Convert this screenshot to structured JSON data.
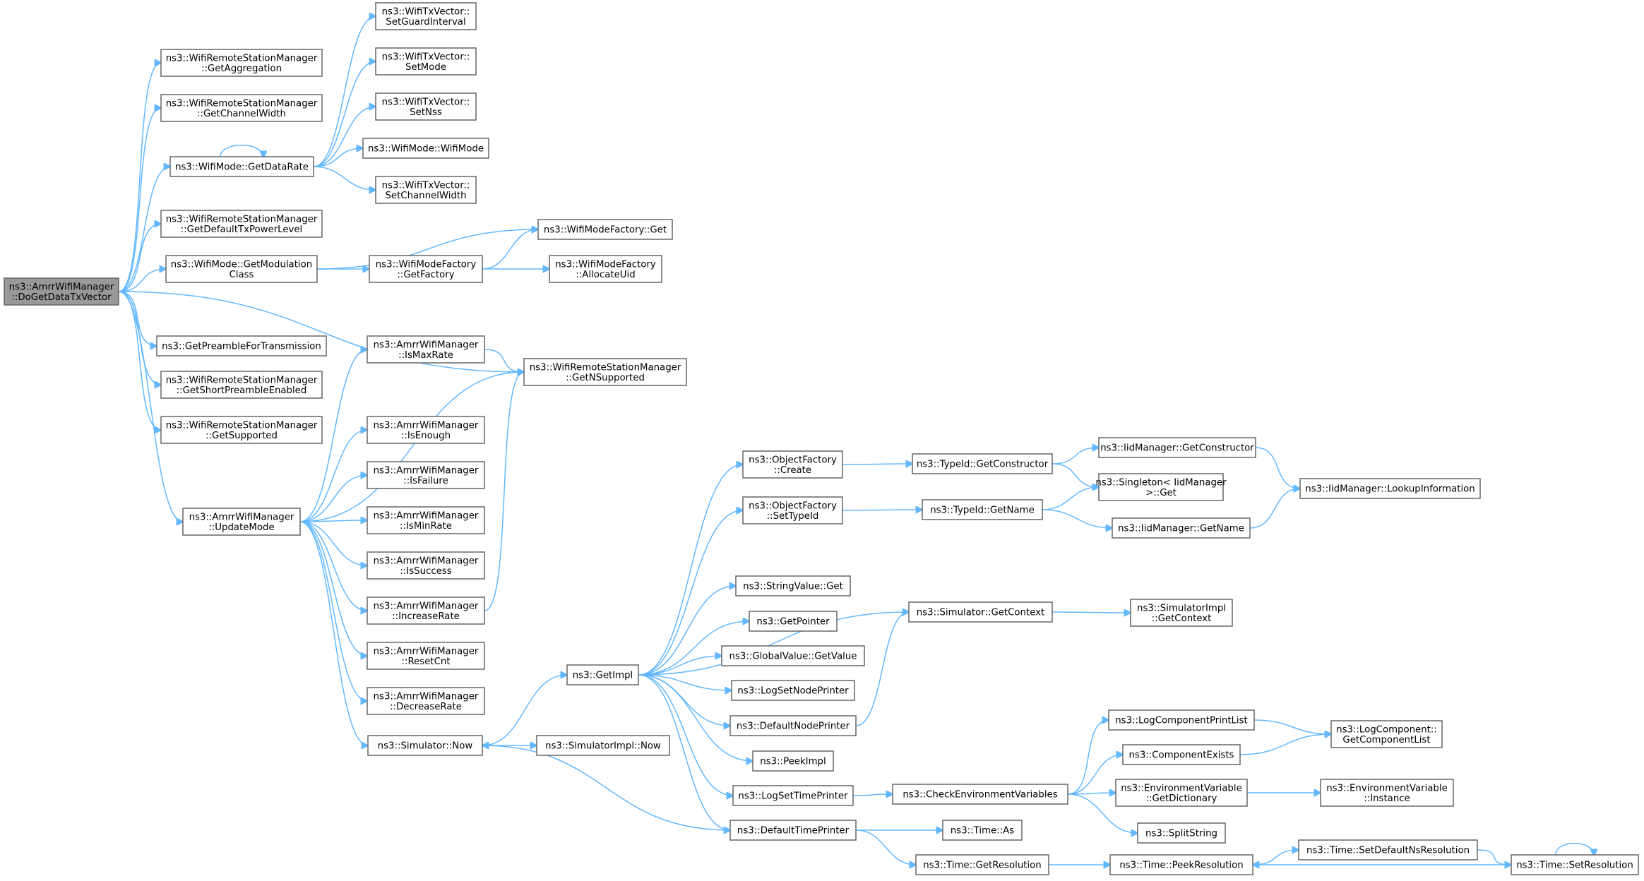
{
  "diagram": {
    "type": "call-graph",
    "colors": {
      "edge": "#63b8ff",
      "node_border": "#666666",
      "root_fill": "#999999",
      "node_fill": "#ffffff"
    },
    "nodes": [
      {
        "id": "root",
        "label": [
          "ns3::AmrrWifiManager",
          "::DoGetDataTxVector"
        ]
      },
      {
        "id": "getAggregation",
        "label": [
          "ns3::WifiRemoteStationManager",
          "::GetAggregation"
        ]
      },
      {
        "id": "getChannelWidth",
        "label": [
          "ns3::WifiRemoteStationManager",
          "::GetChannelWidth"
        ]
      },
      {
        "id": "getDataRate",
        "label": [
          "ns3::WifiMode::GetDataRate"
        ]
      },
      {
        "id": "getDefaultTxPowerLevel",
        "label": [
          "ns3::WifiRemoteStationManager",
          "::GetDefaultTxPowerLevel"
        ]
      },
      {
        "id": "getModulationClass",
        "label": [
          "ns3::WifiMode::GetModulation",
          "Class"
        ]
      },
      {
        "id": "getNSupported",
        "label": [
          "ns3::WifiRemoteStationManager",
          "::GetNSupported"
        ]
      },
      {
        "id": "getPreamble",
        "label": [
          "ns3::GetPreambleForTransmission"
        ]
      },
      {
        "id": "getShortPreamble",
        "label": [
          "ns3::WifiRemoteStationManager",
          "::GetShortPreambleEnabled"
        ]
      },
      {
        "id": "getSupported",
        "label": [
          "ns3::WifiRemoteStationManager",
          "::GetSupported"
        ]
      },
      {
        "id": "updateMode",
        "label": [
          "ns3::AmrrWifiManager",
          "::UpdateMode"
        ]
      },
      {
        "id": "setGuardInterval",
        "label": [
          "ns3::WifiTxVector::",
          "SetGuardInterval"
        ]
      },
      {
        "id": "setMode",
        "label": [
          "ns3::WifiTxVector::",
          "SetMode"
        ]
      },
      {
        "id": "setNss",
        "label": [
          "ns3::WifiTxVector::",
          "SetNss"
        ]
      },
      {
        "id": "wifiMode",
        "label": [
          "ns3::WifiMode::WifiMode"
        ]
      },
      {
        "id": "setChannelWidth",
        "label": [
          "ns3::WifiTxVector::",
          "SetChannelWidth"
        ]
      },
      {
        "id": "wmfGet",
        "label": [
          "ns3::WifiModeFactory::Get"
        ]
      },
      {
        "id": "wmfGetFactory",
        "label": [
          "ns3::WifiModeFactory",
          "::GetFactory"
        ]
      },
      {
        "id": "wmfAllocateUid",
        "label": [
          "ns3::WifiModeFactory",
          "::AllocateUid"
        ]
      },
      {
        "id": "isMaxRate",
        "label": [
          "ns3::AmrrWifiManager",
          "::IsMaxRate"
        ]
      },
      {
        "id": "isEnough",
        "label": [
          "ns3::AmrrWifiManager",
          "::IsEnough"
        ]
      },
      {
        "id": "isFailure",
        "label": [
          "ns3::AmrrWifiManager",
          "::IsFailure"
        ]
      },
      {
        "id": "isMinRate",
        "label": [
          "ns3::AmrrWifiManager",
          "::IsMinRate"
        ]
      },
      {
        "id": "isSuccess",
        "label": [
          "ns3::AmrrWifiManager",
          "::IsSuccess"
        ]
      },
      {
        "id": "increaseRate",
        "label": [
          "ns3::AmrrWifiManager",
          "::IncreaseRate"
        ]
      },
      {
        "id": "resetCnt",
        "label": [
          "ns3::AmrrWifiManager",
          "::ResetCnt"
        ]
      },
      {
        "id": "decreaseRate",
        "label": [
          "ns3::AmrrWifiManager",
          "::DecreaseRate"
        ]
      },
      {
        "id": "simNow",
        "label": [
          "ns3::Simulator::Now"
        ]
      },
      {
        "id": "getImpl",
        "label": [
          "ns3::GetImpl"
        ]
      },
      {
        "id": "simImplNow",
        "label": [
          "ns3::SimulatorImpl::Now"
        ]
      },
      {
        "id": "ofCreate",
        "label": [
          "ns3::ObjectFactory",
          "::Create"
        ]
      },
      {
        "id": "ofSetTypeId",
        "label": [
          "ns3::ObjectFactory",
          "::SetTypeId"
        ]
      },
      {
        "id": "stringValueGet",
        "label": [
          "ns3::StringValue::Get"
        ]
      },
      {
        "id": "getPointer",
        "label": [
          "ns3::GetPointer"
        ]
      },
      {
        "id": "globalValueGet",
        "label": [
          "ns3::GlobalValue::GetValue"
        ]
      },
      {
        "id": "logSetNodePrinter",
        "label": [
          "ns3::LogSetNodePrinter"
        ]
      },
      {
        "id": "defaultNodePrinter",
        "label": [
          "ns3::DefaultNodePrinter"
        ]
      },
      {
        "id": "peekImpl",
        "label": [
          "ns3::PeekImpl"
        ]
      },
      {
        "id": "logSetTimePrinter",
        "label": [
          "ns3::LogSetTimePrinter"
        ]
      },
      {
        "id": "defaultTimePrinter",
        "label": [
          "ns3::DefaultTimePrinter"
        ]
      },
      {
        "id": "typeIdGetConstructor",
        "label": [
          "ns3::TypeId::GetConstructor"
        ]
      },
      {
        "id": "typeIdGetName",
        "label": [
          "ns3::TypeId::GetName"
        ]
      },
      {
        "id": "simGetContext",
        "label": [
          "ns3::Simulator::GetContext"
        ]
      },
      {
        "id": "checkEnvVars",
        "label": [
          "ns3::CheckEnvironmentVariables"
        ]
      },
      {
        "id": "timeAs",
        "label": [
          "ns3::Time::As"
        ]
      },
      {
        "id": "timeGetResolution",
        "label": [
          "ns3::Time::GetResolution"
        ]
      },
      {
        "id": "iidGetConstructor",
        "label": [
          "ns3::IidManager::GetConstructor"
        ]
      },
      {
        "id": "singletonGet",
        "label": [
          "ns3::Singleton< IidManager",
          " >::Get"
        ]
      },
      {
        "id": "iidGetName",
        "label": [
          "ns3::IidManager::GetName"
        ]
      },
      {
        "id": "simImplGetContext",
        "label": [
          "ns3::SimulatorImpl",
          "::GetContext"
        ]
      },
      {
        "id": "logComponentPrintList",
        "label": [
          "ns3::LogComponentPrintList"
        ]
      },
      {
        "id": "componentExists",
        "label": [
          "ns3::ComponentExists"
        ]
      },
      {
        "id": "envVarGetDictionary",
        "label": [
          "ns3::EnvironmentVariable",
          "::GetDictionary"
        ]
      },
      {
        "id": "splitString",
        "label": [
          "ns3::SplitString"
        ]
      },
      {
        "id": "timePeekResolution",
        "label": [
          "ns3::Time::PeekResolution"
        ]
      },
      {
        "id": "iidLookupInformation",
        "label": [
          "ns3::IidManager::LookupInformation"
        ]
      },
      {
        "id": "logComponentGetList",
        "label": [
          "ns3::LogComponent::",
          "GetComponentList"
        ]
      },
      {
        "id": "envVarInstance",
        "label": [
          "ns3::EnvironmentVariable",
          "::Instance"
        ]
      },
      {
        "id": "timeSetDefaultNsResolution",
        "label": [
          "ns3::Time::SetDefaultNsResolution"
        ]
      },
      {
        "id": "timeSetResolution",
        "label": [
          "ns3::Time::SetResolution"
        ]
      }
    ],
    "edges": [
      [
        "root",
        "getAggregation"
      ],
      [
        "root",
        "getChannelWidth"
      ],
      [
        "root",
        "getDataRate"
      ],
      [
        "root",
        "getDefaultTxPowerLevel"
      ],
      [
        "root",
        "getModulationClass"
      ],
      [
        "root",
        "getNSupported"
      ],
      [
        "root",
        "getPreamble"
      ],
      [
        "root",
        "getShortPreamble"
      ],
      [
        "root",
        "getSupported"
      ],
      [
        "root",
        "updateMode"
      ],
      [
        "getDataRate",
        "getDataRate"
      ],
      [
        "getDataRate",
        "setGuardInterval"
      ],
      [
        "getDataRate",
        "setMode"
      ],
      [
        "getDataRate",
        "setNss"
      ],
      [
        "getDataRate",
        "wifiMode"
      ],
      [
        "getDataRate",
        "setChannelWidth"
      ],
      [
        "getModulationClass",
        "wmfGet"
      ],
      [
        "getModulationClass",
        "wmfGetFactory"
      ],
      [
        "wmfGetFactory",
        "wmfGet"
      ],
      [
        "wmfGetFactory",
        "wmfAllocateUid"
      ],
      [
        "updateMode",
        "isMaxRate"
      ],
      [
        "updateMode",
        "getNSupported"
      ],
      [
        "updateMode",
        "isEnough"
      ],
      [
        "updateMode",
        "isFailure"
      ],
      [
        "updateMode",
        "isMinRate"
      ],
      [
        "updateMode",
        "isSuccess"
      ],
      [
        "updateMode",
        "increaseRate"
      ],
      [
        "updateMode",
        "resetCnt"
      ],
      [
        "updateMode",
        "decreaseRate"
      ],
      [
        "updateMode",
        "simNow"
      ],
      [
        "isMaxRate",
        "getNSupported"
      ],
      [
        "increaseRate",
        "getNSupported"
      ],
      [
        "simNow",
        "getImpl"
      ],
      [
        "simNow",
        "simImplNow"
      ],
      [
        "getImpl",
        "ofCreate"
      ],
      [
        "getImpl",
        "ofSetTypeId"
      ],
      [
        "getImpl",
        "simGetContext"
      ],
      [
        "getImpl",
        "stringValueGet"
      ],
      [
        "getImpl",
        "getPointer"
      ],
      [
        "getImpl",
        "globalValueGet"
      ],
      [
        "getImpl",
        "logSetNodePrinter"
      ],
      [
        "getImpl",
        "defaultNodePrinter"
      ],
      [
        "getImpl",
        "peekImpl"
      ],
      [
        "getImpl",
        "logSetTimePrinter"
      ],
      [
        "getImpl",
        "defaultTimePrinter"
      ],
      [
        "ofCreate",
        "typeIdGetConstructor"
      ],
      [
        "ofSetTypeId",
        "typeIdGetName"
      ],
      [
        "typeIdGetConstructor",
        "iidGetConstructor"
      ],
      [
        "typeIdGetConstructor",
        "singletonGet"
      ],
      [
        "typeIdGetName",
        "singletonGet"
      ],
      [
        "typeIdGetName",
        "iidGetName"
      ],
      [
        "iidGetConstructor",
        "iidLookupInformation"
      ],
      [
        "iidGetName",
        "iidLookupInformation"
      ],
      [
        "defaultNodePrinter",
        "simGetContext"
      ],
      [
        "simGetContext",
        "simImplGetContext"
      ],
      [
        "logSetTimePrinter",
        "checkEnvVars"
      ],
      [
        "checkEnvVars",
        "logComponentPrintList"
      ],
      [
        "checkEnvVars",
        "componentExists"
      ],
      [
        "checkEnvVars",
        "envVarGetDictionary"
      ],
      [
        "checkEnvVars",
        "splitString"
      ],
      [
        "logComponentPrintList",
        "logComponentGetList"
      ],
      [
        "componentExists",
        "logComponentGetList"
      ],
      [
        "envVarGetDictionary",
        "envVarInstance"
      ],
      [
        "defaultTimePrinter",
        "simNow"
      ],
      [
        "defaultTimePrinter",
        "timeAs"
      ],
      [
        "defaultTimePrinter",
        "timeGetResolution"
      ],
      [
        "timeGetResolution",
        "timePeekResolution"
      ],
      [
        "timePeekResolution",
        "timeSetDefaultNsResolution"
      ],
      [
        "timeSetDefaultNsResolution",
        "timeSetResolution"
      ],
      [
        "timeSetResolution",
        "timePeekResolution"
      ],
      [
        "timeSetResolution",
        "timeSetResolution"
      ]
    ]
  }
}
